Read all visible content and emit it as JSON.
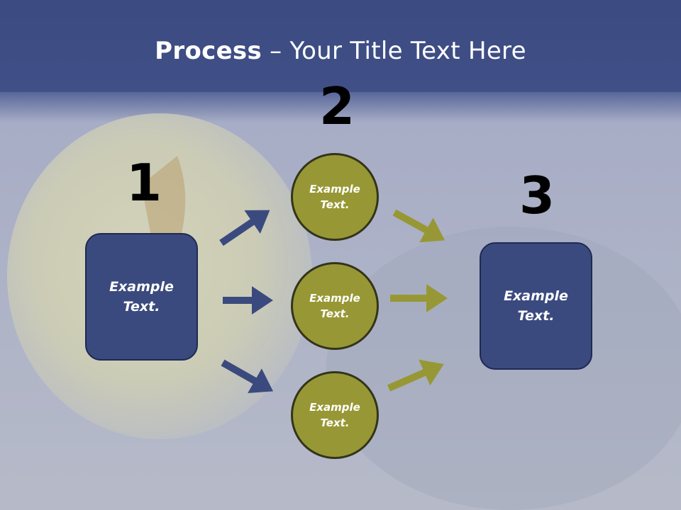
{
  "title": {
    "bold": "Process",
    "rest": " – Your Title Text Here"
  },
  "steps": [
    "1",
    "2",
    "3"
  ],
  "left_box": "Example\nText.",
  "right_box": "Example\nText.",
  "circles": [
    "Example\nText.",
    "Example\nText.",
    "Example\nText."
  ],
  "colors": {
    "box": "#3b4a7e",
    "circle": "#979835",
    "arrow_blue": "#3b4a7e",
    "arrow_olive": "#979835"
  }
}
